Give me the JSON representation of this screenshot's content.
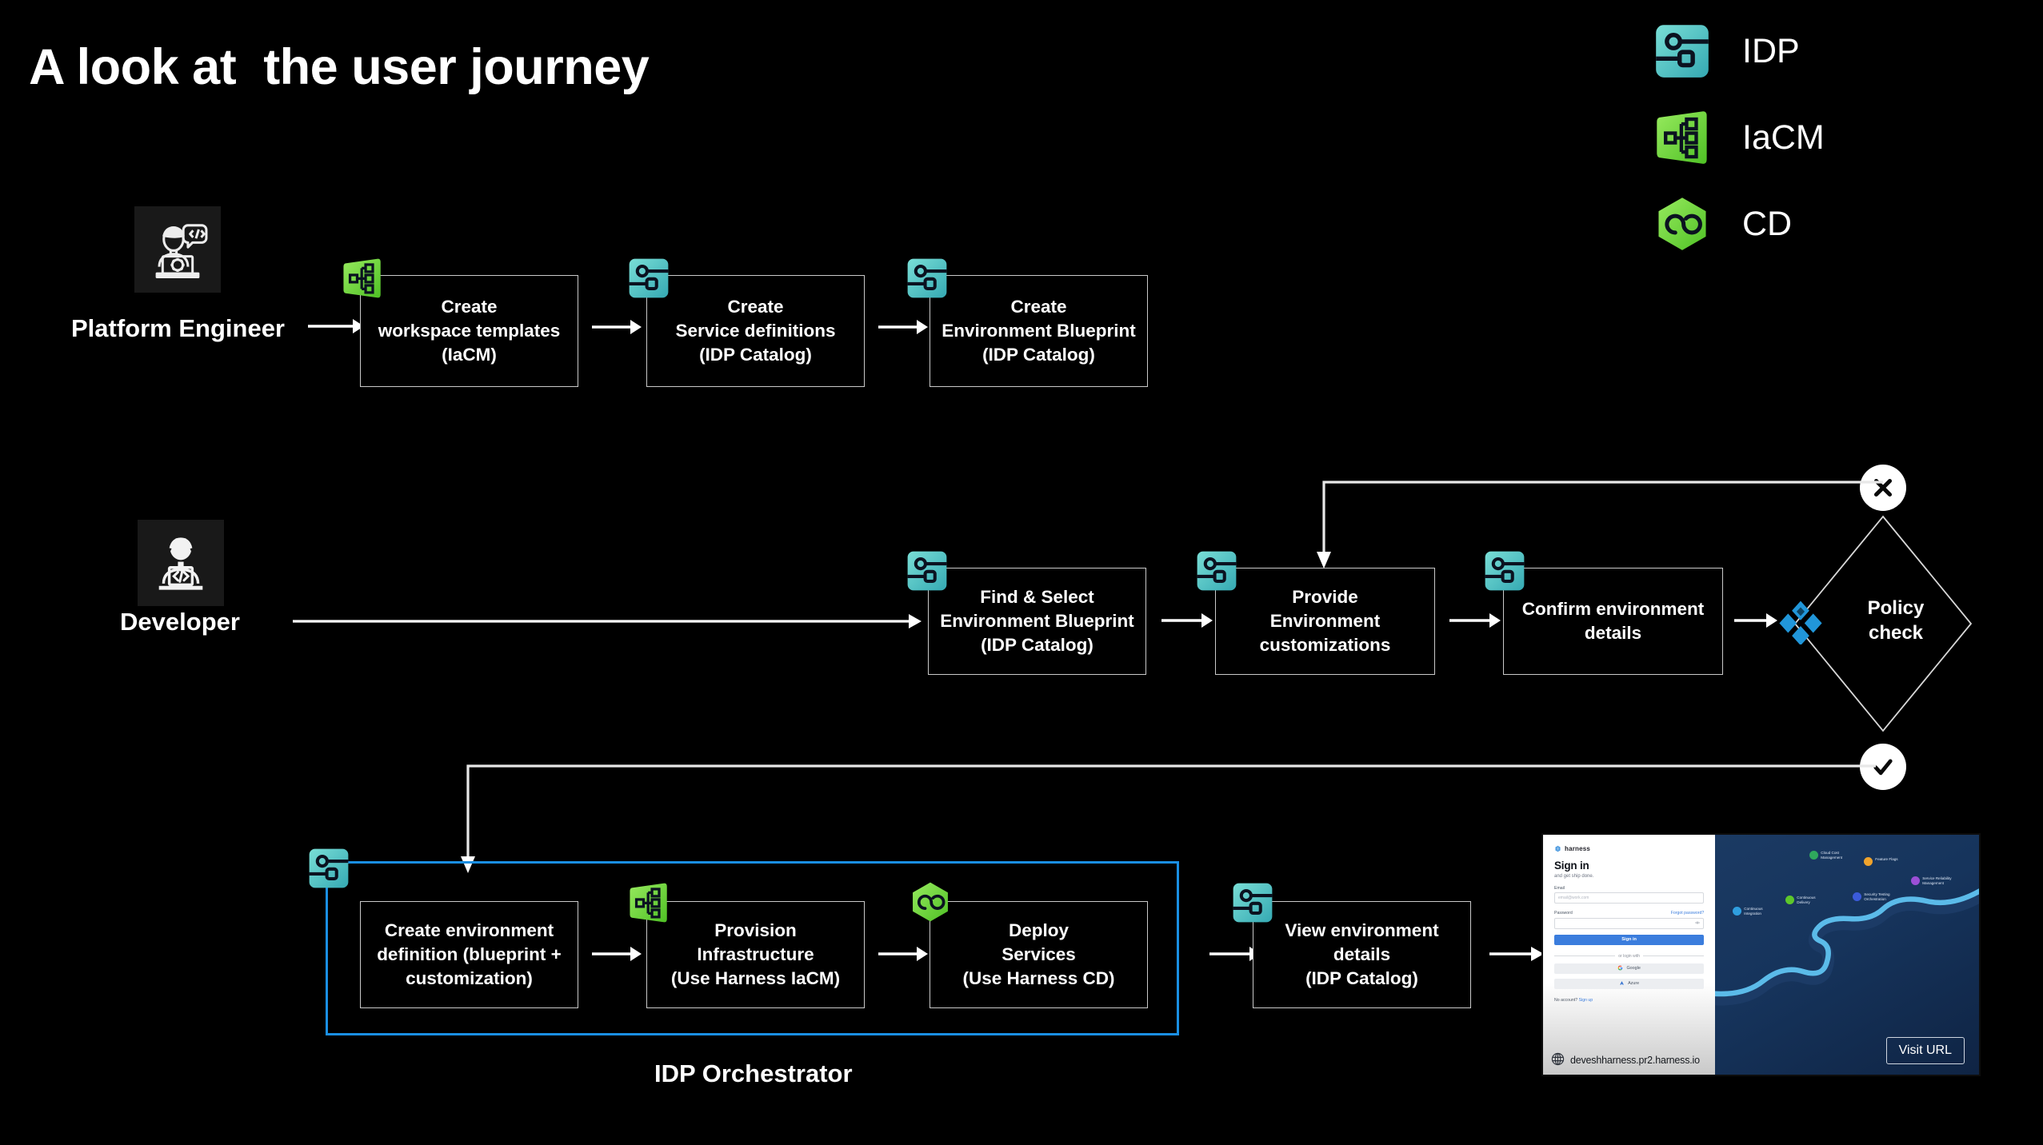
{
  "page": {
    "title": "A look at  the user journey",
    "background_color": "#000000"
  },
  "legend": {
    "items": [
      {
        "label": "IDP",
        "icon": "idp-module-icon",
        "color": "#56c8c4"
      },
      {
        "label": "IaCM",
        "icon": "iacm-module-icon",
        "color": "#6fd638"
      },
      {
        "label": "CD",
        "icon": "cd-module-icon",
        "color": "#6fd638"
      }
    ]
  },
  "rows": {
    "platform_engineer": {
      "persona_label": "Platform Engineer",
      "persona_icon": "platform-engineer-avatar-icon",
      "steps": [
        {
          "badge": "iacm-module-icon",
          "text": "Create\nworkspace templates\n(IaCM)"
        },
        {
          "badge": "idp-module-icon",
          "text": "Create\nService definitions\n(IDP Catalog)"
        },
        {
          "badge": "idp-module-icon",
          "text": "Create\nEnvironment Blueprint\n(IDP Catalog)"
        }
      ]
    },
    "developer": {
      "persona_label": "Developer",
      "persona_icon": "developer-avatar-icon",
      "steps": [
        {
          "badge": "idp-module-icon",
          "text": "Find & Select\nEnvironment Blueprint\n(IDP Catalog)"
        },
        {
          "badge": "idp-module-icon",
          "text": "Provide\nEnvironment\ncustomizations"
        },
        {
          "badge": "idp-module-icon",
          "text": "Confirm environment\ndetails"
        }
      ],
      "decision": {
        "label": "Policy\ncheck",
        "icon": "policy-opa-icon",
        "icon_color": "#2196d9",
        "fail_marker": "x-circle-icon",
        "pass_marker": "check-circle-icon"
      }
    },
    "orchestrator": {
      "group_label": "IDP Orchestrator",
      "group_border_color": "#1a8fe3",
      "badge": "idp-module-icon",
      "steps": [
        {
          "badge": null,
          "text": "Create environment\ndefinition (blueprint +\ncustomization)"
        },
        {
          "badge": "iacm-module-icon",
          "text": "Provision\nInfrastructure\n(Use Harness IaCM)"
        },
        {
          "badge": "cd-module-icon",
          "text": "Deploy\nServices\n(Use Harness CD)"
        }
      ],
      "after_steps": [
        {
          "badge": "idp-module-icon",
          "text": "View environment\ndetails\n(IDP Catalog)"
        }
      ]
    }
  },
  "screenshot_card": {
    "brand": "harness",
    "heading": "Sign in",
    "subheading": "and get ship done.",
    "email_label": "Email",
    "email_placeholder": "email@work.com",
    "password_label": "Password",
    "forgot_link": "Forgot password?",
    "signin_button": "Sign in",
    "divider_text": "or login with",
    "oauth": [
      {
        "label": "Google",
        "icon": "google-icon"
      },
      {
        "label": "Azure",
        "icon": "azure-icon"
      }
    ],
    "no_account_text": "No account?",
    "signup_link": "Sign up",
    "url": "deveshharness.pr2.harness.io",
    "visit_button": "Visit URL",
    "roadmap_nodes": [
      {
        "label": "Continuous\nIntegration",
        "color": "#2f9fe0"
      },
      {
        "label": "Continuous\nDelivery",
        "color": "#5dc72b"
      },
      {
        "label": "Cloud Cost\nManagement",
        "color": "#2fa85d"
      },
      {
        "label": "Feature Flags",
        "color": "#f0a32c"
      },
      {
        "label": "Security Testing\nOrchestration",
        "color": "#3b5bdb"
      },
      {
        "label": "Service Reliability\nManagement",
        "color": "#9b4fd6"
      }
    ]
  }
}
